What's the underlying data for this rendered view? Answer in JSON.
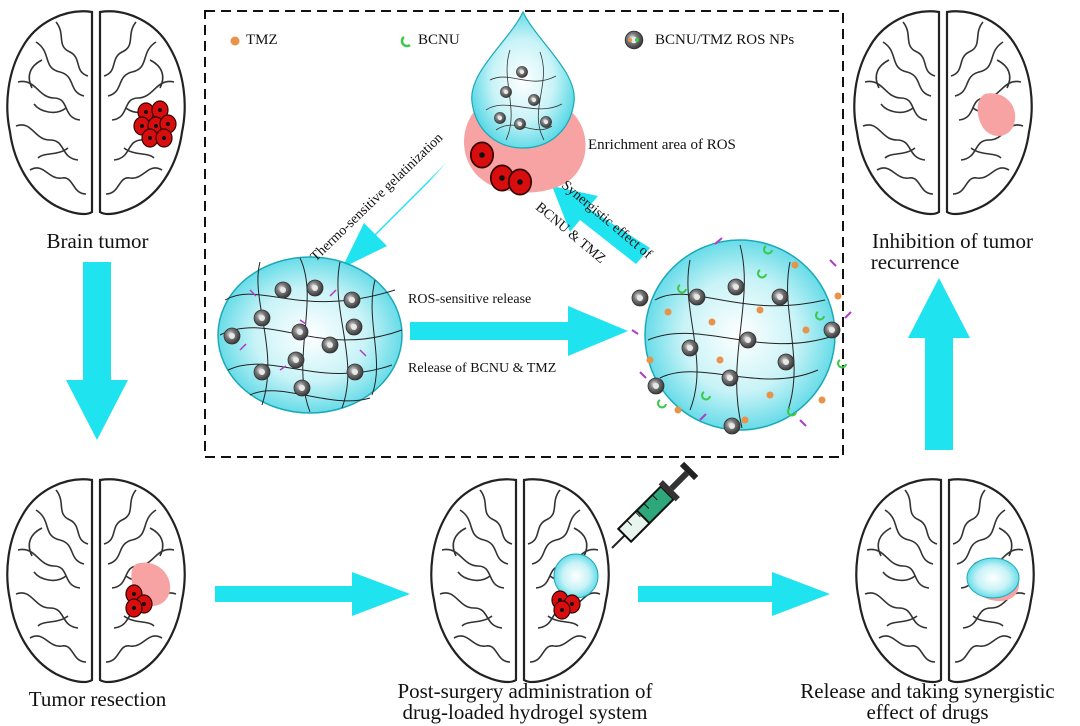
{
  "legend": {
    "tmz": "TMZ",
    "bcnu": "BCNU",
    "nps": "BCNU/TMZ ROS NPs"
  },
  "colors": {
    "arrow": "#1fe3ef",
    "tumor": "#e01010",
    "ros": "#f7a3a3",
    "hydrogel": "#8ee6ef",
    "tmz": "#e8924a",
    "bcnu": "#3cc84a",
    "fiber": "#b03cc8"
  },
  "panel": {
    "enrichment": "Enrichment area of ROS",
    "thermo": "Thermo-sensitive gelatinization",
    "synergy": "Synergistic effect of",
    "bcnu_tmz": "BCNU & TMZ",
    "ros_release": "ROS-sensitive release",
    "release": "Release of BCNU & TMZ"
  },
  "steps": {
    "brain_tumor": "Brain tumor",
    "inhibition_line1": "Inhibition of tumor",
    "inhibition_line2": "recurrence",
    "resection": "Tumor resection",
    "admin_line1": "Post-surgery administration of",
    "admin_line2": "drug-loaded hydrogel system",
    "release_line1": "Release and taking synergistic",
    "release_line2": "effect of drugs"
  }
}
